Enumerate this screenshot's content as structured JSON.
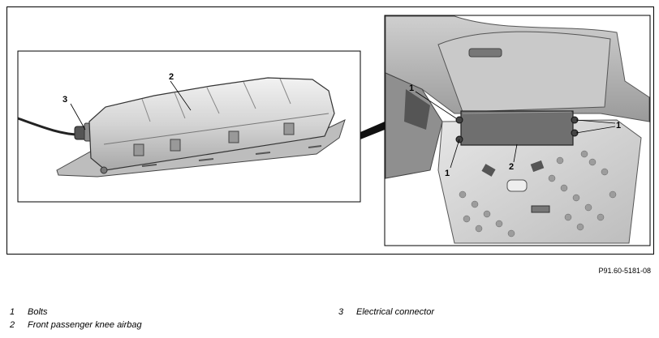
{
  "figure": {
    "reference_code": "P91.60-5181-08",
    "callouts": {
      "one": "1",
      "two": "2",
      "three": "3"
    }
  },
  "legend": [
    {
      "number": "1",
      "label": "Bolts"
    },
    {
      "number": "2",
      "label": "Front passenger knee airbag"
    },
    {
      "number": "3",
      "label": "Electrical connector"
    }
  ]
}
